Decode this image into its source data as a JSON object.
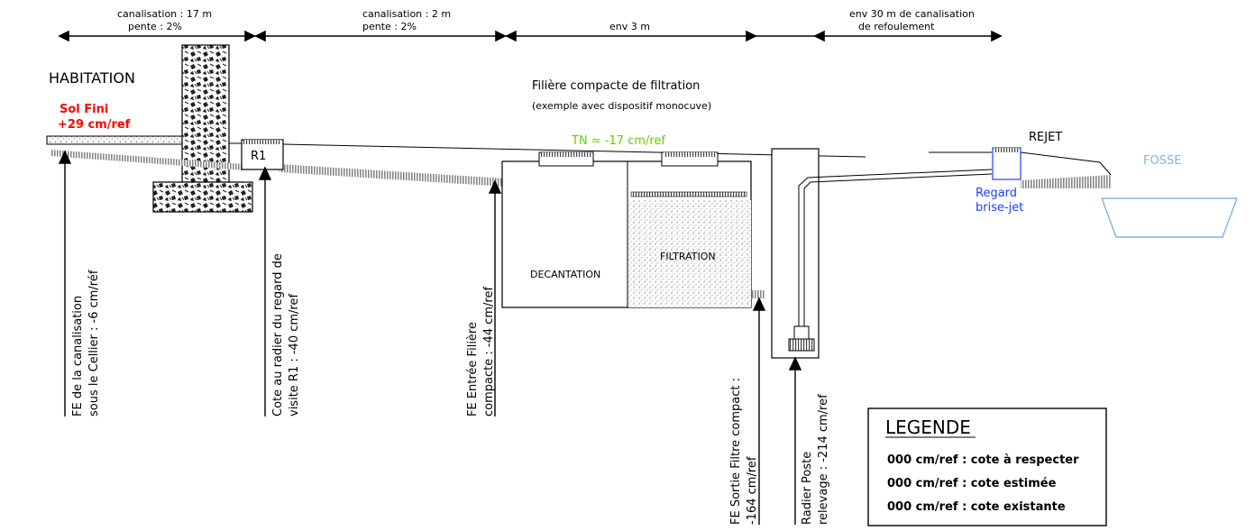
{
  "dimensions": [
    {
      "line1": "canalisation : 17 m",
      "line2": "pente : 2%"
    },
    {
      "line1": "canalisation : 2 m",
      "line2": "pente : 2%"
    },
    {
      "line1": "env 3 m",
      "line2": ""
    },
    {
      "line1": "env 30 m de canalisation",
      "line2": "de refoulement"
    }
  ],
  "labels": {
    "habitation": "HABITATION",
    "sol_fini_1": "Sol Fini",
    "sol_fini_2": "+29 cm/ref",
    "r1": "R1",
    "filiere_title": "Filière compacte de filtration",
    "filiere_subtitle": "(exemple avec dispositif monocuve)",
    "tn": "TN ≈ -17 cm/ref",
    "decantation": "DECANTATION",
    "filtration": "FILTRATION",
    "rejet": "REJET",
    "fosse": "FOSSE",
    "regard_1": "Regard",
    "regard_2": "brise-jet"
  },
  "callouts": [
    {
      "line1": "FE de la canalisation",
      "line2": "sous le Cellier : -6 cm/réf"
    },
    {
      "line1": "Cote au radier du regard de",
      "line2": "visite R1 : -40 cm/ref"
    },
    {
      "line1": "FE Entrée Filière",
      "line2": "compacte : -44 cm/ref"
    },
    {
      "line1": "FE Sortie Filtre compact :",
      "line2": "-164 cm/ref"
    },
    {
      "line1": "Radier Poste",
      "line2": "relevage : -214 cm/ref"
    }
  ],
  "legend": {
    "title": "LEGENDE",
    "items": [
      {
        "text": "000 cm/ref  :  cote à respecter",
        "color": "#ff0000"
      },
      {
        "text": "000 cm/ref  :  cote estimée",
        "color": "#000000"
      },
      {
        "text": "000 cm/ref  :  cote existante",
        "color": "#66cc00"
      }
    ]
  },
  "colors": {
    "red": "#ff0000",
    "green": "#66cc00",
    "blue": "#1f3fff",
    "light_blue": "#7fb2e6",
    "pipe": "#888888"
  }
}
